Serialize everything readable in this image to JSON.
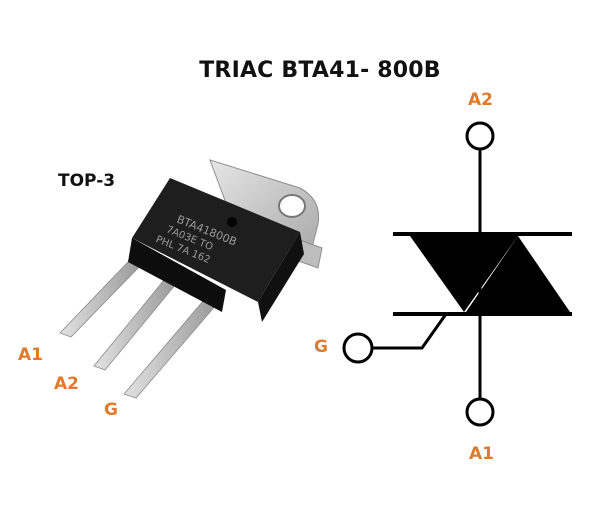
{
  "title": "TRIAC BTA41- 800B",
  "package": {
    "name": "TOP-3",
    "marking": [
      "BTA41800B",
      "7A03E  TO",
      "PHL 7A  162"
    ],
    "pins": [
      "A1",
      "A2",
      "G"
    ]
  },
  "symbol": {
    "terminals": {
      "top": "A2",
      "bottom": "A1",
      "gate": "G"
    }
  },
  "colors": {
    "label_accent": "#e07a2c",
    "ink": "#111111",
    "body": "#1c1c1c",
    "tab": "#cfcfcf",
    "lead": "#c8c8c8"
  }
}
